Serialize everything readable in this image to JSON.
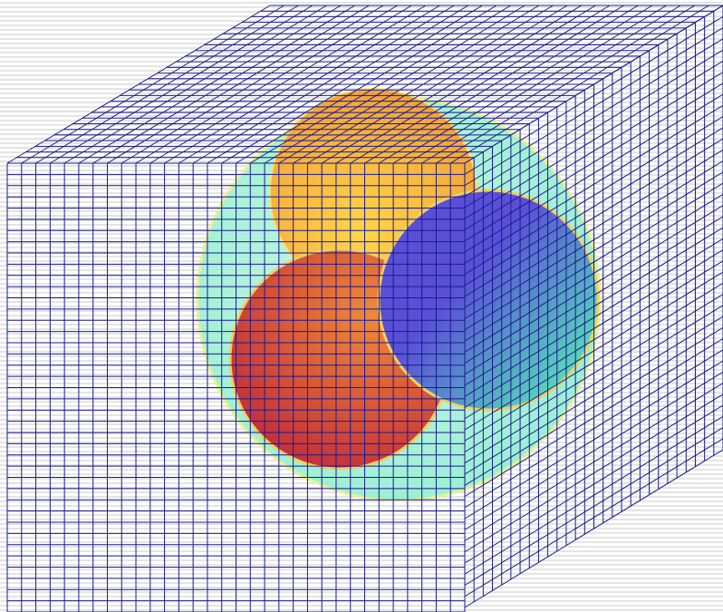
{
  "figure": {
    "background_color": "#ffffff",
    "mesh_color": "#1a1a8c",
    "backdrop_line_color": "#c8c8c8",
    "shapes": [
      {
        "name": "outer-sphere",
        "colors": [
          "#c8f7e6",
          "#8fefd0"
        ],
        "rim_color": "#e8f08a"
      },
      {
        "name": "orange-sphere",
        "colors": [
          "#ffd54a",
          "#f2a23a"
        ],
        "rim_color": "#ffe066"
      },
      {
        "name": "red-sphere",
        "colors": [
          "#f08a3a",
          "#c02a3a"
        ],
        "rim_color": "#f0d060"
      },
      {
        "name": "blue-sphere",
        "colors": [
          "#5a50d8",
          "#55d8b8"
        ],
        "rim_color": "#f0d060"
      }
    ]
  }
}
